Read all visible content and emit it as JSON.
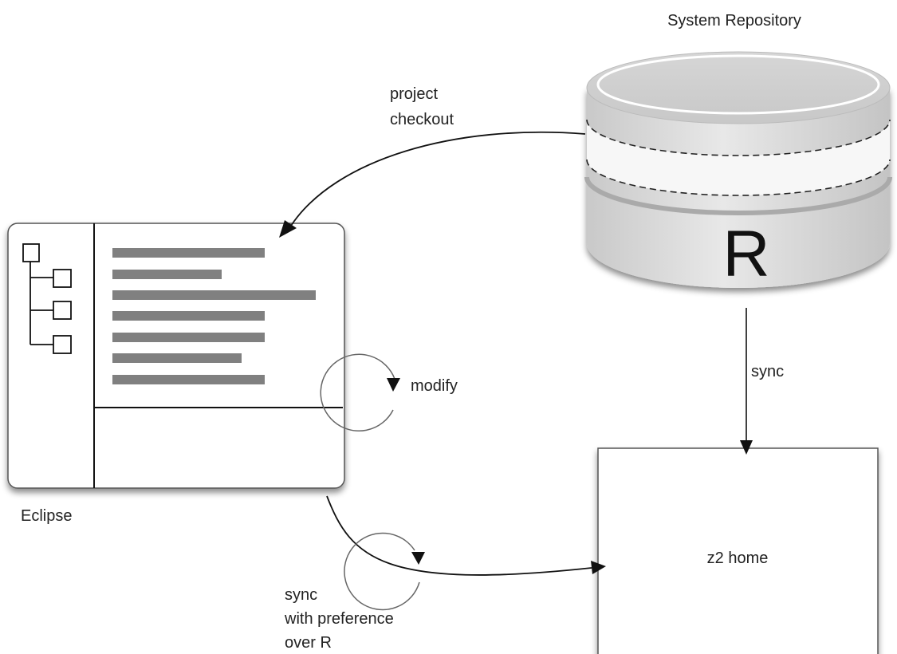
{
  "diagram": {
    "repository": {
      "title": "System Repository",
      "letter": "R"
    },
    "eclipse": {
      "caption": "Eclipse"
    },
    "z2_home": {
      "label": "z2 home"
    },
    "arrows": {
      "checkout": {
        "line1": "project",
        "line2": "checkout"
      },
      "modify": {
        "label": "modify"
      },
      "repo_sync": {
        "label": "sync"
      },
      "eclipse_sync": {
        "line1": "sync",
        "line2": "with preference",
        "line3": "over R"
      }
    }
  }
}
